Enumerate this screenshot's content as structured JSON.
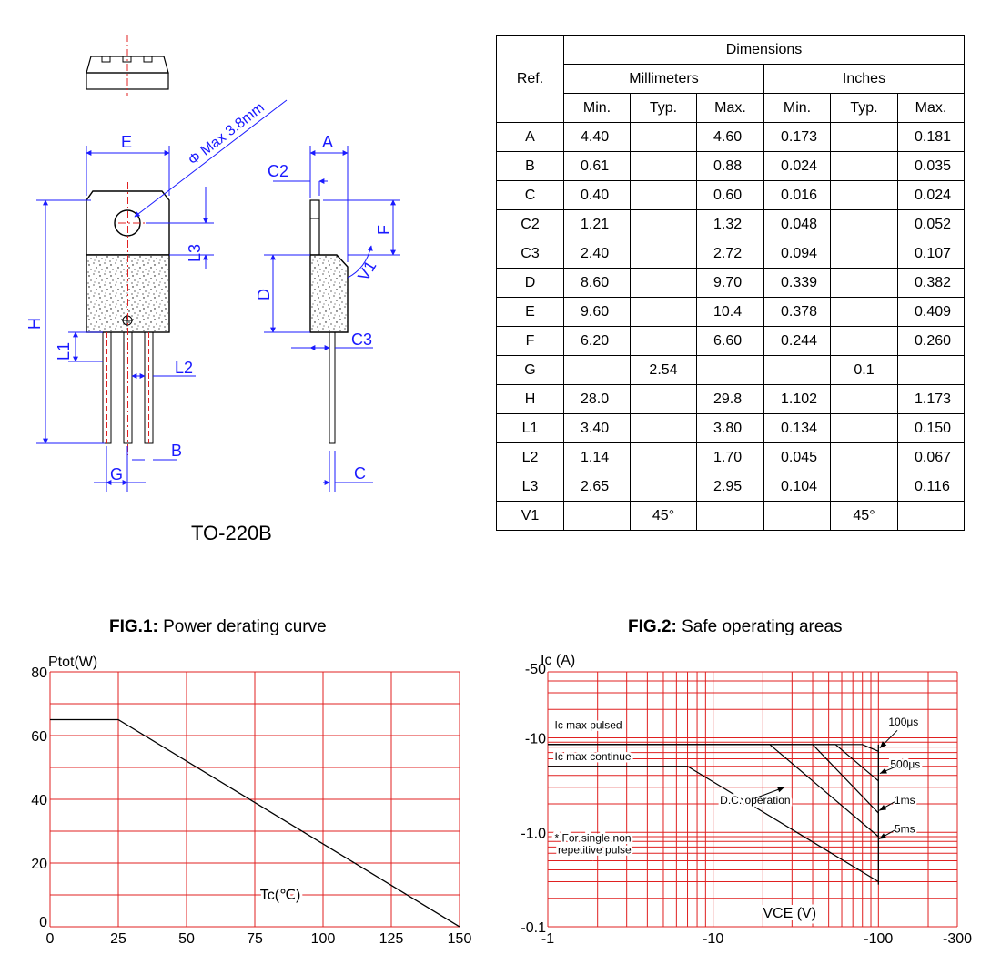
{
  "package_name": "TO-220B",
  "drawing_labels": {
    "E": "E",
    "A": "A",
    "C2": "C2",
    "F": "F",
    "L3": "L3",
    "D": "D",
    "H": "H",
    "L1": "L1",
    "L2": "L2",
    "C3": "C3",
    "B": "B",
    "G": "G",
    "C": "C",
    "V1": "V1",
    "phi": "Φ Max 3.8mm"
  },
  "table": {
    "header_ref": "Ref.",
    "header_dimensions": "Dimensions",
    "header_mm": "Millimeters",
    "header_in": "Inches",
    "sub": [
      "Min.",
      "Typ.",
      "Max.",
      "Min.",
      "Typ.",
      "Max."
    ],
    "rows": [
      [
        "A",
        "4.40",
        "",
        "4.60",
        "0.173",
        "",
        "0.181"
      ],
      [
        "B",
        "0.61",
        "",
        "0.88",
        "0.024",
        "",
        "0.035"
      ],
      [
        "C",
        "0.40",
        "",
        "0.60",
        "0.016",
        "",
        "0.024"
      ],
      [
        "C2",
        "1.21",
        "",
        "1.32",
        "0.048",
        "",
        "0.052"
      ],
      [
        "C3",
        "2.40",
        "",
        "2.72",
        "0.094",
        "",
        "0.107"
      ],
      [
        "D",
        "8.60",
        "",
        "9.70",
        "0.339",
        "",
        "0.382"
      ],
      [
        "E",
        "9.60",
        "",
        "10.4",
        "0.378",
        "",
        "0.409"
      ],
      [
        "F",
        "6.20",
        "",
        "6.60",
        "0.244",
        "",
        "0.260"
      ],
      [
        "G",
        "",
        "2.54",
        "",
        "",
        "0.1",
        ""
      ],
      [
        "H",
        "28.0",
        "",
        "29.8",
        "1.102",
        "",
        "1.173"
      ],
      [
        "L1",
        "3.40",
        "",
        "3.80",
        "0.134",
        "",
        "0.150"
      ],
      [
        "L2",
        "1.14",
        "",
        "1.70",
        "0.045",
        "",
        "0.067"
      ],
      [
        "L3",
        "2.65",
        "",
        "2.95",
        "0.104",
        "",
        "0.116"
      ],
      [
        "V1",
        "",
        "45°",
        "",
        "",
        "45°",
        ""
      ]
    ]
  },
  "fig1": {
    "title_bold": "FIG.1:",
    "title_rest": " Power derating curve"
  },
  "fig2": {
    "title_bold": "FIG.2:",
    "title_rest": " Safe operating areas",
    "annotations": {
      "pulsed": "Ic max pulsed",
      "continue": "Ic max continue",
      "dc": "D.C. operation",
      "note1": "* For single non",
      "note2": "repetitive pulse",
      "t100us": "100μs",
      "t500us": "500μs",
      "t1ms": "1ms",
      "t5ms": "5ms"
    }
  },
  "chart_data": [
    {
      "type": "line",
      "title": "FIG.1: Power derating curve",
      "xlabel": "Tc(℃)",
      "ylabel": "Ptot(W)",
      "xlim": [
        0,
        150
      ],
      "ylim": [
        0,
        80
      ],
      "xticks": [
        "0",
        "25",
        "50",
        "75",
        "100",
        "125",
        "150"
      ],
      "yticks": [
        "0",
        "20",
        "40",
        "60",
        "80"
      ],
      "grid": true,
      "series": [
        {
          "x": [
            0,
            25,
            150
          ],
          "y": [
            65,
            65,
            0
          ]
        }
      ]
    },
    {
      "type": "line",
      "title": "FIG.2: Safe operating areas",
      "xlabel": "VCE (V)",
      "ylabel": "Ic (A)",
      "xscale": "log",
      "yscale": "log",
      "xlim": [
        -1,
        -300
      ],
      "ylim": [
        -0.1,
        -50
      ],
      "xticks": [
        "-1",
        "-10",
        "-100",
        "-300"
      ],
      "yticks": [
        "-0.1",
        "-1.0",
        "-10",
        "-50"
      ],
      "grid": true,
      "series": [
        {
          "name": "D.C. operation",
          "x": [
            -1,
            -7,
            -100
          ],
          "y": [
            -5,
            -5,
            -0.3
          ]
        },
        {
          "name": "5ms",
          "x": [
            -1,
            -22,
            -100
          ],
          "y": [
            -8.5,
            -8.5,
            -0.9
          ]
        },
        {
          "name": "1ms",
          "x": [
            -1,
            -40,
            -100
          ],
          "y": [
            -8.5,
            -8.5,
            -1.6
          ]
        },
        {
          "name": "500μs",
          "x": [
            -1,
            -55,
            -100
          ],
          "y": [
            -8.5,
            -8.5,
            -3.5
          ]
        },
        {
          "name": "100μs",
          "x": [
            -1,
            -80,
            -100
          ],
          "y": [
            -8.5,
            -8.5,
            -7.2
          ]
        }
      ]
    }
  ]
}
